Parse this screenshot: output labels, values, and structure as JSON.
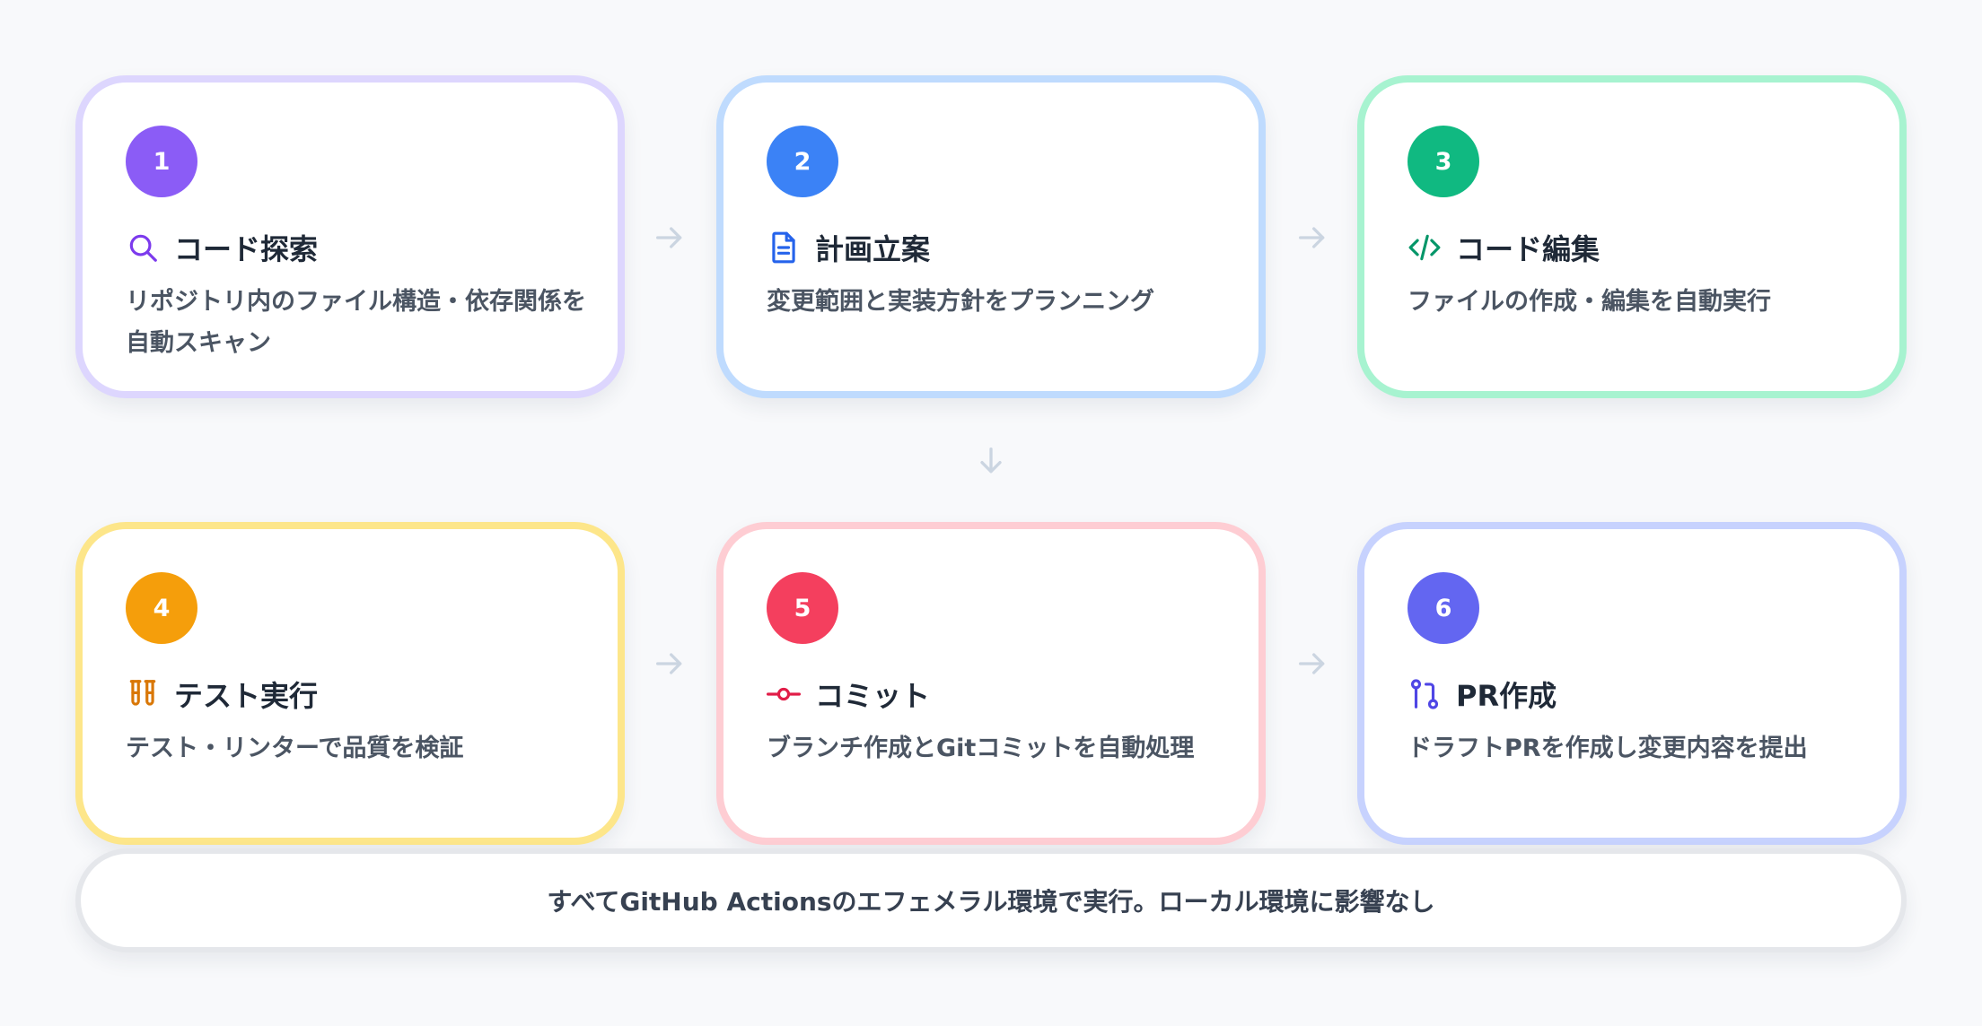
{
  "steps": [
    {
      "number": "1",
      "title": "コード探索",
      "desc": "リポジトリ内のファイル構造・依存関係を自動スキャン",
      "icon": "search-icon",
      "accent": "#8b5cf6",
      "border": "#ddd6fe"
    },
    {
      "number": "2",
      "title": "計画立案",
      "desc": "変更範囲と実装方針をプランニング",
      "icon": "document-icon",
      "accent": "#3b82f6",
      "border": "#bfdbfe"
    },
    {
      "number": "3",
      "title": "コード編集",
      "desc": "ファイルの作成・編集を自動実行",
      "icon": "code-icon",
      "accent": "#10b981",
      "border": "#a7f3d0"
    },
    {
      "number": "4",
      "title": "テスト実行",
      "desc": "テスト・リンターで品質を検証",
      "icon": "test-tubes-icon",
      "accent": "#f59e0b",
      "border": "#fde68a"
    },
    {
      "number": "5",
      "title": "コミット",
      "desc": "ブランチ作成とGitコミットを自動処理",
      "icon": "git-commit-icon",
      "accent": "#f43f5e",
      "border": "#fecdd3"
    },
    {
      "number": "6",
      "title": "PR作成",
      "desc": "ドラフトPRを作成し変更内容を提出",
      "icon": "git-pull-request-icon",
      "accent": "#6366f1",
      "border": "#c7d2fe"
    }
  ],
  "footer": {
    "text": "すべてGitHub Actionsのエフェメラル環境で実行。ローカル環境に影響なし"
  },
  "colors": {
    "arrow": "#cbd5e1",
    "background": "#f8f9fb"
  }
}
